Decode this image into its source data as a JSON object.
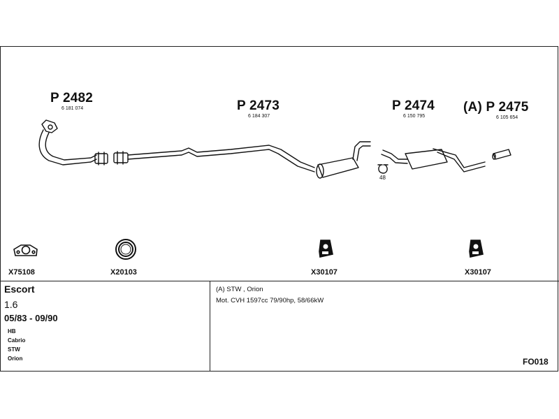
{
  "parts": [
    {
      "number": "P 2482",
      "oem": "6 181 074"
    },
    {
      "number": "P 2473",
      "oem": "6 184 307"
    },
    {
      "number": "P 2474",
      "oem": "6 150 795"
    },
    {
      "number": "(A) P 2475",
      "oem": "6 105 654"
    }
  ],
  "clamp_size": "48",
  "accessories": [
    {
      "code": "X75108",
      "icon": "gasket-icon"
    },
    {
      "code": "X20103",
      "icon": "ring-icon"
    },
    {
      "code": "X30107",
      "icon": "rubber-hanger-icon"
    },
    {
      "code": "X30107",
      "icon": "rubber-hanger-icon"
    }
  ],
  "vehicle": {
    "model": "Escort",
    "engine": "1.6",
    "years": "05/83 - 09/90",
    "body_types": [
      "HB",
      "Cabrio",
      "STW",
      "Orion"
    ]
  },
  "notes": [
    "(A) STW , Orion",
    "Mot. CVH 1597cc 79/90hp, 58/66kW"
  ],
  "diagram_code": "FO018"
}
